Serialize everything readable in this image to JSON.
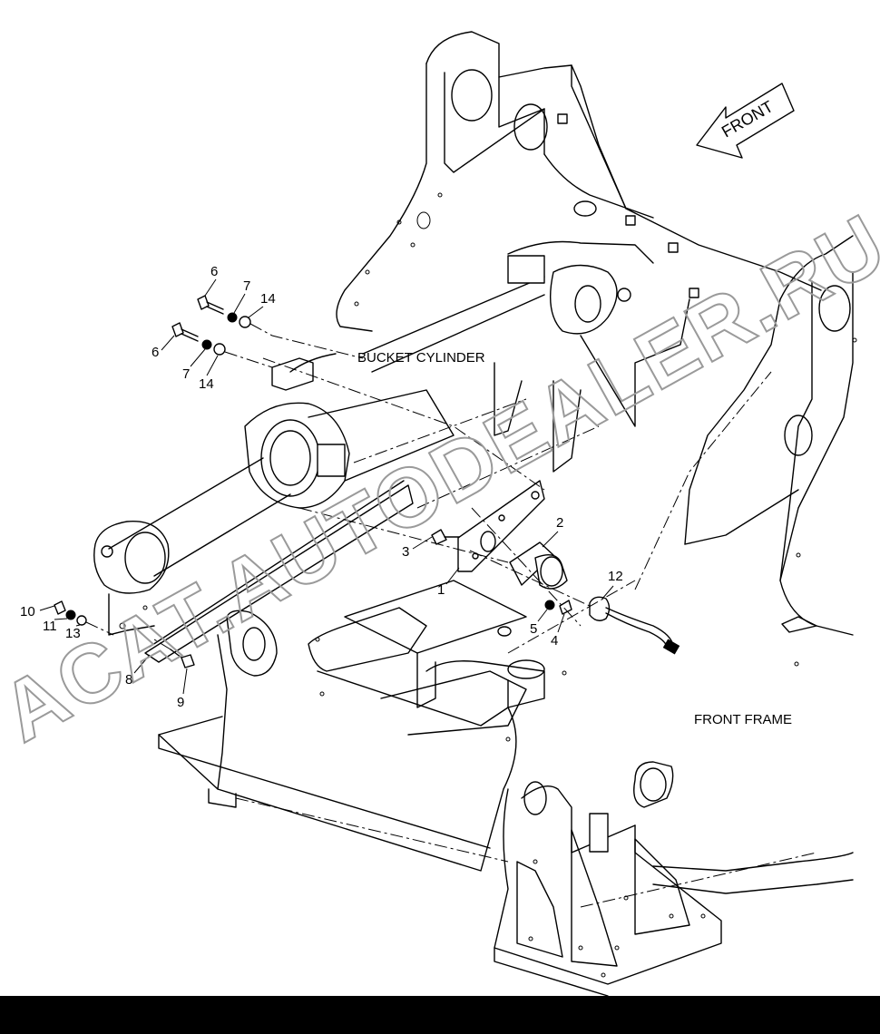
{
  "labels": {
    "bucket_cylinder": "BUCKET CYLINDER",
    "front_frame": "FRONT FRAME",
    "front_arrow": "FRONT"
  },
  "watermark": "ACAT.AUTODEALER.RU",
  "callouts": [
    {
      "id": "c6a",
      "text": "6"
    },
    {
      "id": "c7a",
      "text": "7"
    },
    {
      "id": "c14a",
      "text": "14"
    },
    {
      "id": "c6b",
      "text": "6"
    },
    {
      "id": "c7b",
      "text": "7"
    },
    {
      "id": "c14b",
      "text": "14"
    },
    {
      "id": "c3",
      "text": "3"
    },
    {
      "id": "c2",
      "text": "2"
    },
    {
      "id": "c1",
      "text": "1"
    },
    {
      "id": "c12",
      "text": "12"
    },
    {
      "id": "c5",
      "text": "5"
    },
    {
      "id": "c4",
      "text": "4"
    },
    {
      "id": "c10",
      "text": "10"
    },
    {
      "id": "c11",
      "text": "11"
    },
    {
      "id": "c13",
      "text": "13"
    },
    {
      "id": "c8",
      "text": "8"
    },
    {
      "id": "c9",
      "text": "9"
    }
  ],
  "colors": {
    "line": "#000000",
    "background": "#ffffff",
    "watermark": "#9a9a9a"
  }
}
